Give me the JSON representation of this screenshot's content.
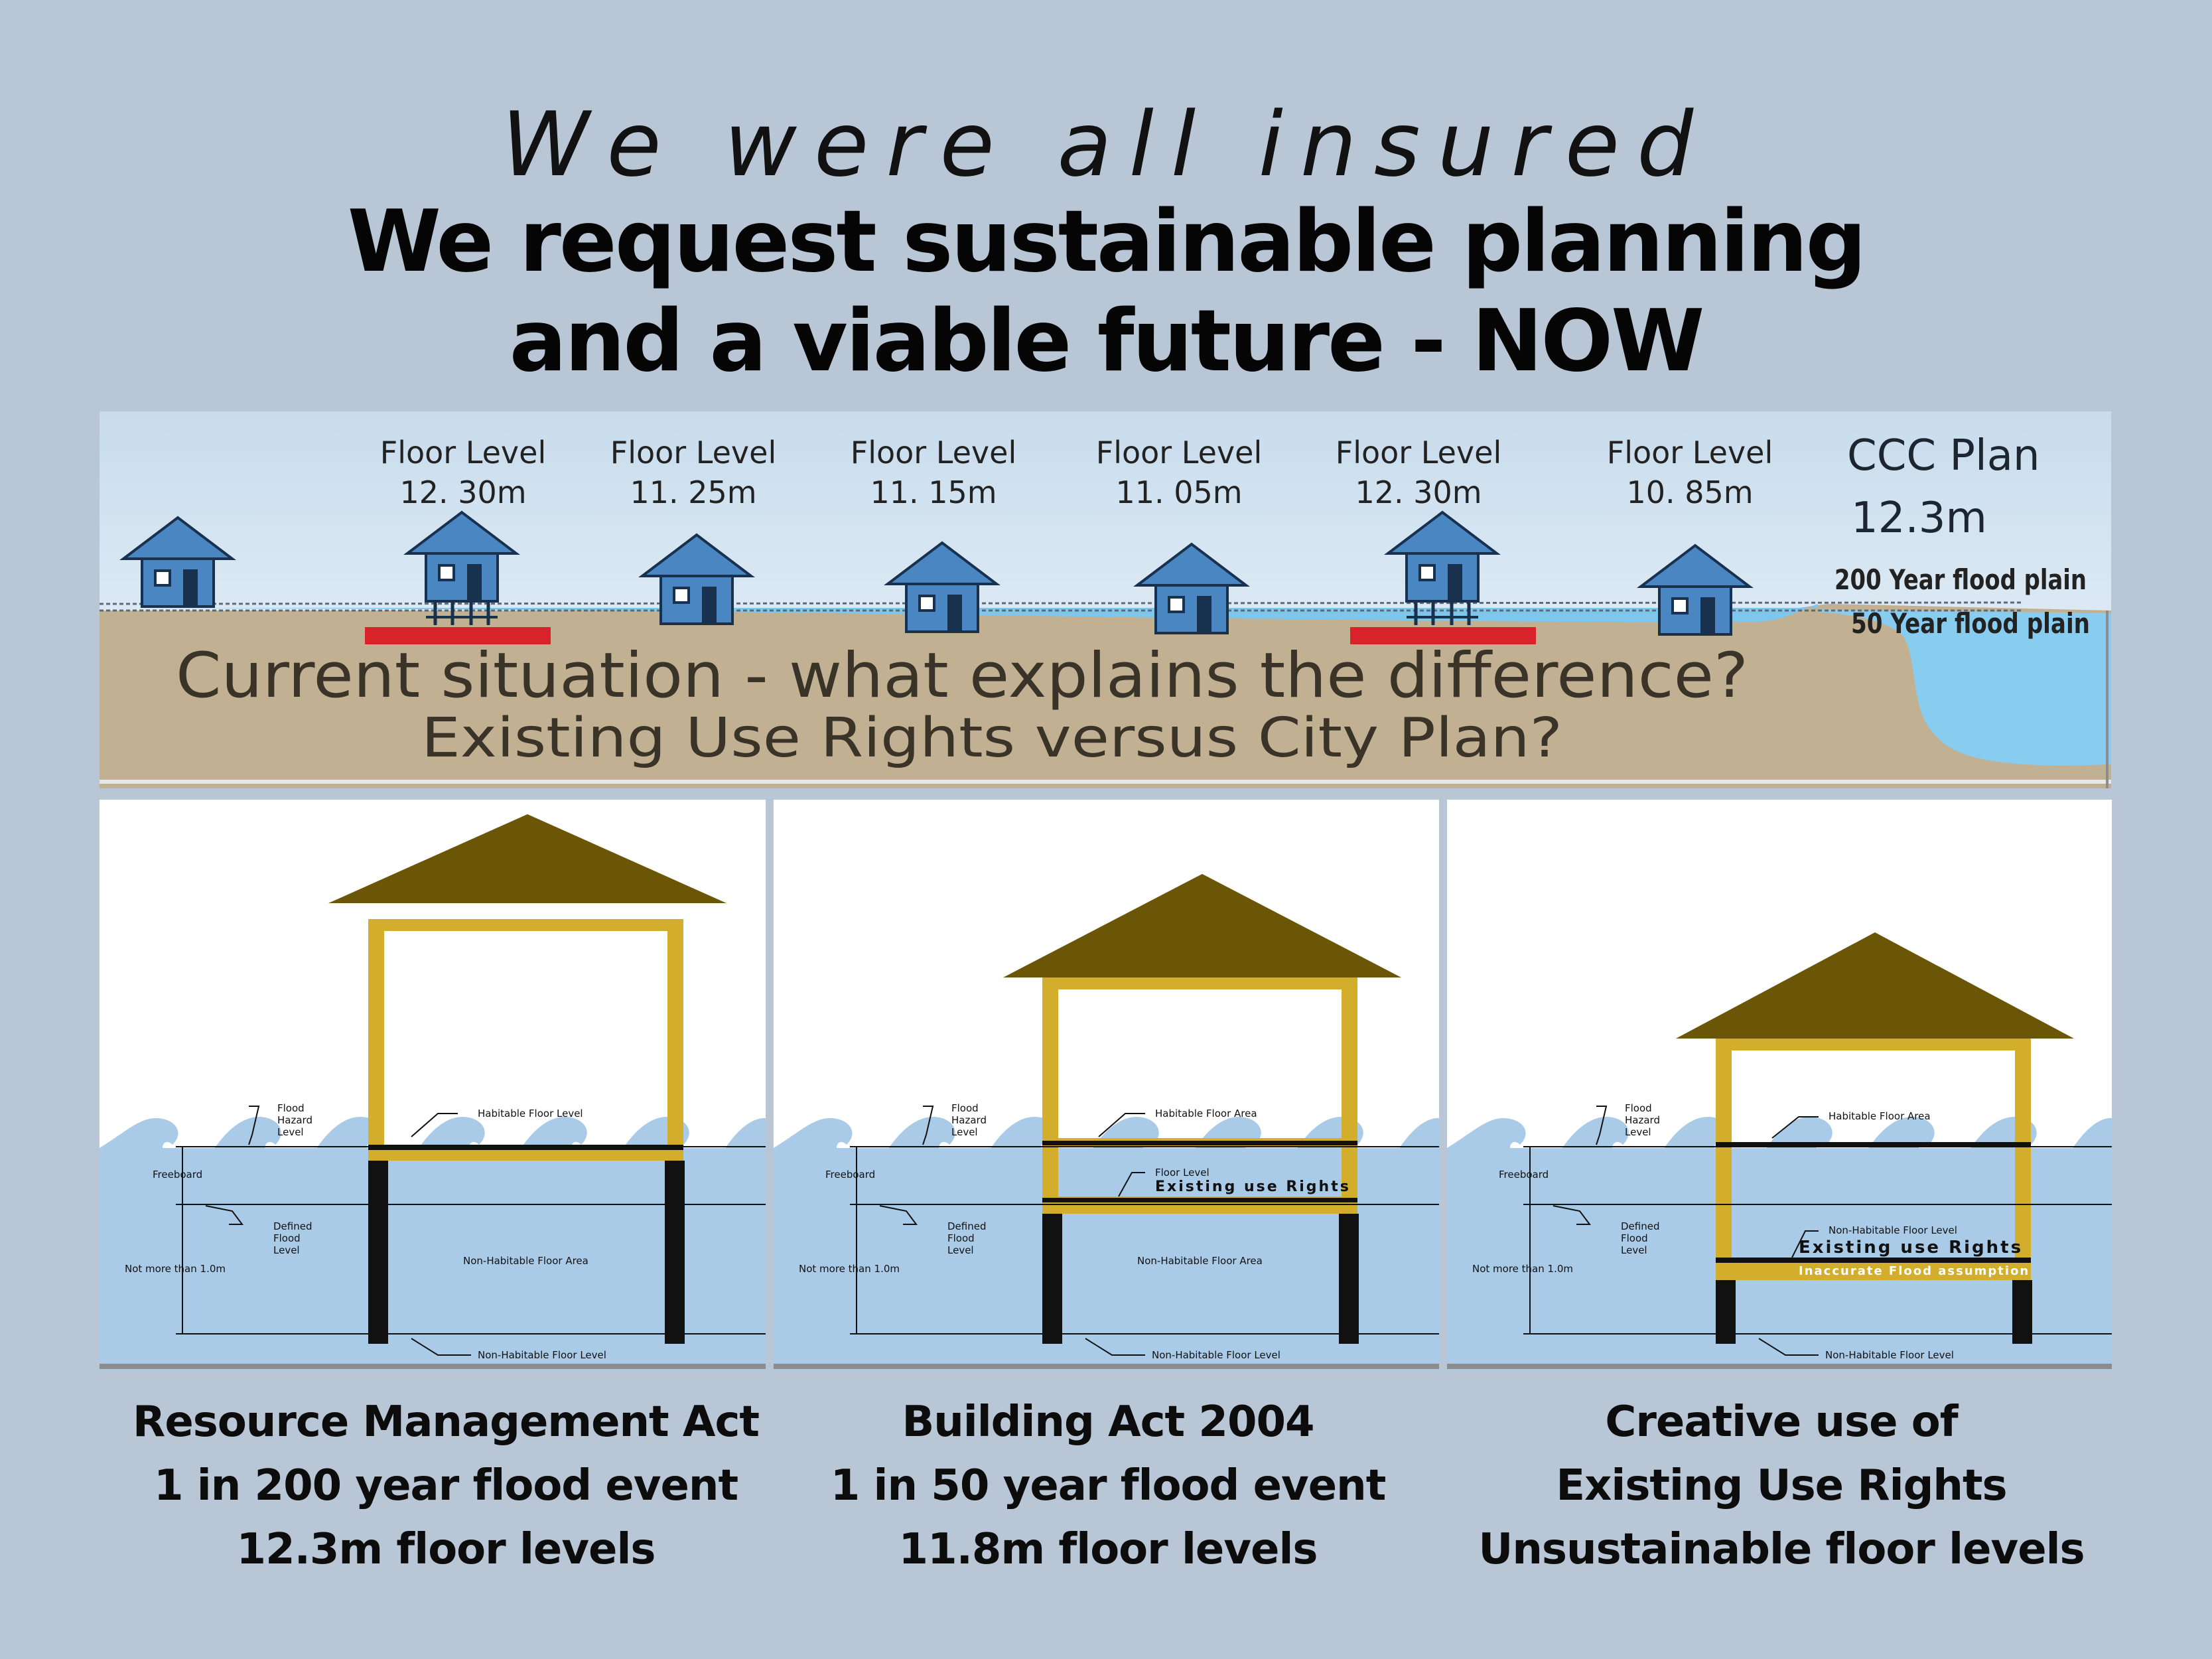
{
  "header": {
    "tagline": "We were all insured",
    "headline_line1": "We request sustainable planning",
    "headline_line2": "and a viable future - NOW"
  },
  "top_panel": {
    "houses": [
      {
        "label": "",
        "value": ""
      },
      {
        "label": "Floor Level",
        "value": "12. 30m"
      },
      {
        "label": "Floor Level",
        "value": "11. 25m"
      },
      {
        "label": "Floor Level",
        "value": "11. 15m"
      },
      {
        "label": "Floor Level",
        "value": "11. 05m"
      },
      {
        "label": "Floor Level",
        "value": "12. 30m"
      },
      {
        "label": "Floor Level",
        "value": "10. 85m"
      }
    ],
    "plan_label": "CCC Plan",
    "plan_value": "12.3m",
    "flood_plain_200": "200 Year flood plain",
    "flood_plain_50": "50 Year flood plain",
    "question_line1": "Current situation - what explains the difference?",
    "question_line2": "Existing Use Rights versus City Plan?"
  },
  "diagram_labels": {
    "flood_hazard": [
      "Flood",
      "Hazard",
      "Level"
    ],
    "freeboard": "Freeboard",
    "defined_flood": [
      "Defined",
      "Flood",
      "Level"
    ],
    "not_more_than": "Not more than 1.0m",
    "non_habitable_floor_level": "Non-Habitable Floor Level",
    "non_habitable_floor_area": "Non-Habitable Floor Area"
  },
  "panels": [
    {
      "habitable": "Habitable Floor Level"
    },
    {
      "habitable": "Habitable Floor Area",
      "floor_level": "Floor Level",
      "eur": "Existing use Rights"
    },
    {
      "habitable": "Habitable Floor Area",
      "nh_level": "Non-Habitable Floor Level",
      "eur": "Existing use Rights",
      "inaccurate": "Inaccurate Flood assumption"
    }
  ],
  "captions": [
    {
      "line1": "Resource Management Act",
      "line2": "1 in 200 year flood event",
      "line3": "12.3m floor levels"
    },
    {
      "line1": "Building Act 2004",
      "line2": "1 in 50 year flood event",
      "line3": "11.8m floor levels"
    },
    {
      "line1": "Creative use of",
      "line2": "Existing Use Rights",
      "line3": "Unsustainable  floor levels"
    }
  ],
  "colors": {
    "background": "#b8c6d6",
    "house_blue": "#4a86c2",
    "roof": "#6b5608",
    "frame": "#d2ae2c",
    "water": "#a9cbe8",
    "ground": "#c2b093",
    "red_marker": "#d8232a"
  }
}
